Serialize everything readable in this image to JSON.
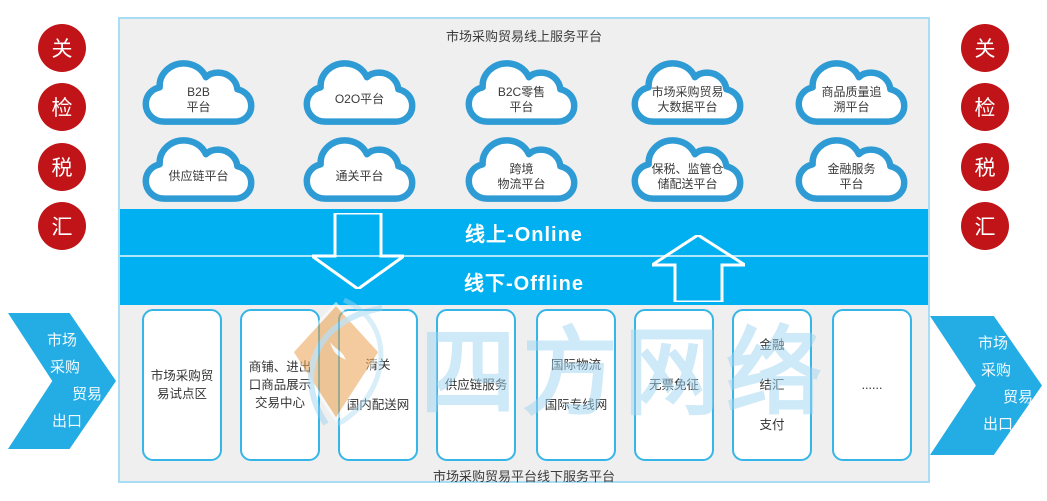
{
  "panel": {
    "top_title": "市场采购贸易线上服务平台",
    "bottom_title": "市场采购贸易平台线下服务平台",
    "band": {
      "online": "线上-Online",
      "offline": "线下-Offline"
    }
  },
  "clouds_row1": [
    "B2B\n平台",
    "O2O平台",
    "B2C零售\n平台",
    "市场采购贸易\n大数据平台",
    "商品质量追\n溯平台"
  ],
  "clouds_row2": [
    "供应链平台",
    "通关平台",
    "跨境\n物流平台",
    "保税、监管仓\n储配送平台",
    "金融服务\n平台"
  ],
  "offline_boxes": [
    [
      "市场采购贸易试点区"
    ],
    [
      "商铺、进出口商品展示交易中心"
    ],
    [
      "清关",
      "国内配送网"
    ],
    [
      "供应链服务"
    ],
    [
      "国际物流",
      "国际专线网"
    ],
    [
      "无票免征"
    ],
    [
      "金融",
      "结汇",
      "支付"
    ],
    [
      "......"
    ]
  ],
  "seals_left": [
    "关",
    "检",
    "税",
    "汇"
  ],
  "seals_right": [
    "关",
    "检",
    "税",
    "汇"
  ],
  "export_arrow_left": {
    "lines": [
      "市场",
      "采购",
      "贸易",
      "出口"
    ]
  },
  "export_arrow_right": {
    "lines": [
      "市场",
      "采购",
      "贸易",
      "出口"
    ]
  },
  "watermark": {
    "text": "四方网络"
  },
  "colors": {
    "band_blue": "#00B0F0",
    "side_arrow_blue": "#24ACE4",
    "seal_red": "#C01418",
    "cloud_stroke": "#2E9BD5",
    "box_border": "#35B5E8",
    "panel_border": "#A9DCF5",
    "panel_bg": "#EFEFEF",
    "watermark_blue": "#9FD4F0"
  }
}
